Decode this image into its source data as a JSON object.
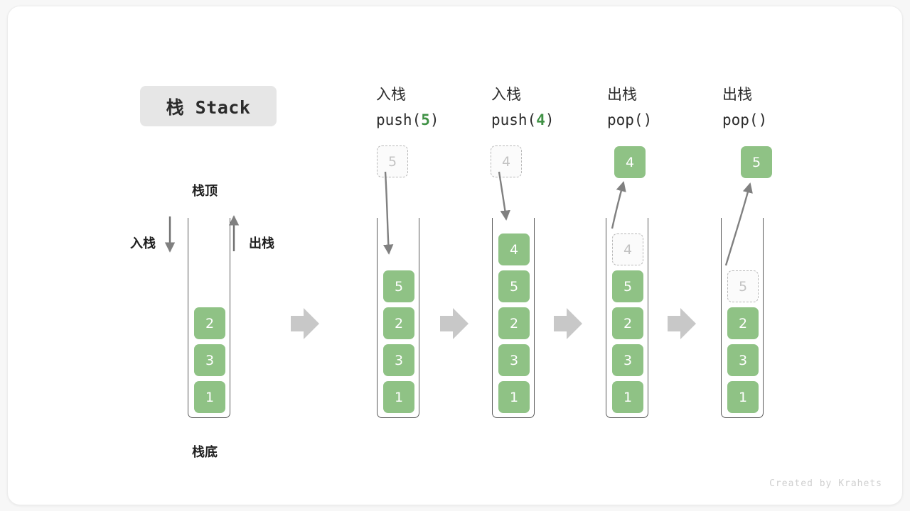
{
  "title": {
    "label": "栈 Stack"
  },
  "labels": {
    "top": "栈顶",
    "bottom": "栈底",
    "push_side": "入栈",
    "pop_side": "出栈"
  },
  "footer": {
    "text": "Created by Krahets"
  },
  "colors": {
    "element_green": "#8fc285",
    "accent_green": "#3f9144",
    "ghost_gray": "#c2c2c2",
    "arrow_gray": "#808080",
    "chevron_gray": "#c8c8c8",
    "badge_gray": "#e6e6e6",
    "text_dark": "#1f1f1f"
  },
  "stages": [
    {
      "id": "initial",
      "op_cn": "",
      "op_code_prefix": "",
      "op_code_arg": "",
      "op_code_suffix": "",
      "cells": [
        {
          "value": "2",
          "state": "solid",
          "slot": 2
        },
        {
          "value": "3",
          "state": "solid",
          "slot": 3
        },
        {
          "value": "1",
          "state": "solid",
          "slot": 4
        }
      ],
      "float_box": null
    },
    {
      "id": "push-5",
      "op_cn": "入栈",
      "op_code_prefix": "push(",
      "op_code_arg": "5",
      "op_code_suffix": ")",
      "cells": [
        {
          "value": "5",
          "state": "solid",
          "slot": 1
        },
        {
          "value": "2",
          "state": "solid",
          "slot": 2
        },
        {
          "value": "3",
          "state": "solid",
          "slot": 3
        },
        {
          "value": "1",
          "state": "solid",
          "slot": 4
        }
      ],
      "float_box": {
        "value": "5",
        "state": "ghost"
      }
    },
    {
      "id": "push-4",
      "op_cn": "入栈",
      "op_code_prefix": "push(",
      "op_code_arg": "4",
      "op_code_suffix": ")",
      "cells": [
        {
          "value": "4",
          "state": "solid",
          "slot": 0
        },
        {
          "value": "5",
          "state": "solid",
          "slot": 1
        },
        {
          "value": "2",
          "state": "solid",
          "slot": 2
        },
        {
          "value": "3",
          "state": "solid",
          "slot": 3
        },
        {
          "value": "1",
          "state": "solid",
          "slot": 4
        }
      ],
      "float_box": {
        "value": "4",
        "state": "ghost"
      }
    },
    {
      "id": "pop-4",
      "op_cn": "出栈",
      "op_code_prefix": "pop(",
      "op_code_arg": "",
      "op_code_suffix": ")",
      "cells": [
        {
          "value": "4",
          "state": "ghost",
          "slot": 0
        },
        {
          "value": "5",
          "state": "solid",
          "slot": 1
        },
        {
          "value": "2",
          "state": "solid",
          "slot": 2
        },
        {
          "value": "3",
          "state": "solid",
          "slot": 3
        },
        {
          "value": "1",
          "state": "solid",
          "slot": 4
        }
      ],
      "float_box": {
        "value": "4",
        "state": "solid"
      }
    },
    {
      "id": "pop-5",
      "op_cn": "出栈",
      "op_code_prefix": "pop(",
      "op_code_arg": "",
      "op_code_suffix": ")",
      "cells": [
        {
          "value": "5",
          "state": "ghost",
          "slot": 1
        },
        {
          "value": "2",
          "state": "solid",
          "slot": 2
        },
        {
          "value": "3",
          "state": "solid",
          "slot": 3
        },
        {
          "value": "1",
          "state": "solid",
          "slot": 4
        }
      ],
      "float_box": {
        "value": "5",
        "state": "solid"
      }
    }
  ]
}
